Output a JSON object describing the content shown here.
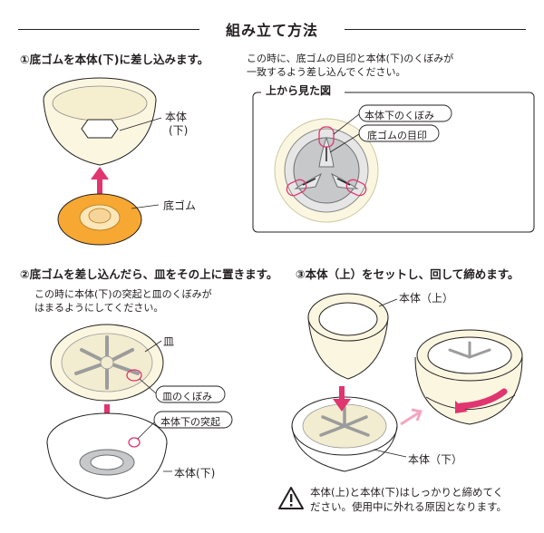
{
  "header": {
    "title": "組み立て方法"
  },
  "step1": {
    "heading": "①底ゴムを本体(下)に差し込みます。",
    "label_body_line1": "本体",
    "label_body_line2": "(下)",
    "label_rubber": "底ゴム"
  },
  "step1_note": {
    "line1": "この時に、底ゴムの目印と本体(下)のくぼみが",
    "line2": "一致するよう差し込んでください。"
  },
  "topview": {
    "title": "上から見た図",
    "label_hollow": "本体下のくぼみ",
    "label_mark": "底ゴムの目印"
  },
  "step2": {
    "heading": "②底ゴムを差し込んだら、皿をその上に置きます。",
    "note_line1": "この時に本体(下)の突起と皿のくぼみが",
    "note_line2": "はまるようにしてください。",
    "label_plate": "皿",
    "label_plate_hollow": "皿のくぼみ",
    "label_protrusion": "本体下の突起",
    "label_body_lower": "本体(下)"
  },
  "step3": {
    "heading": "③本体（上）をセットし、回して締めます。",
    "label_body_upper": "本体（上）",
    "label_body_lower": "本体（下）"
  },
  "warning": {
    "line1": "本体(上)と本体(下)はしっかりと締めてく",
    "line2": "ださい。使用中に外れる原因となります。"
  },
  "colors": {
    "accent_pink": "#e0356f",
    "cream": "#fbf6e0",
    "orange": "#f7a833",
    "gray": "#a7a9ac"
  }
}
